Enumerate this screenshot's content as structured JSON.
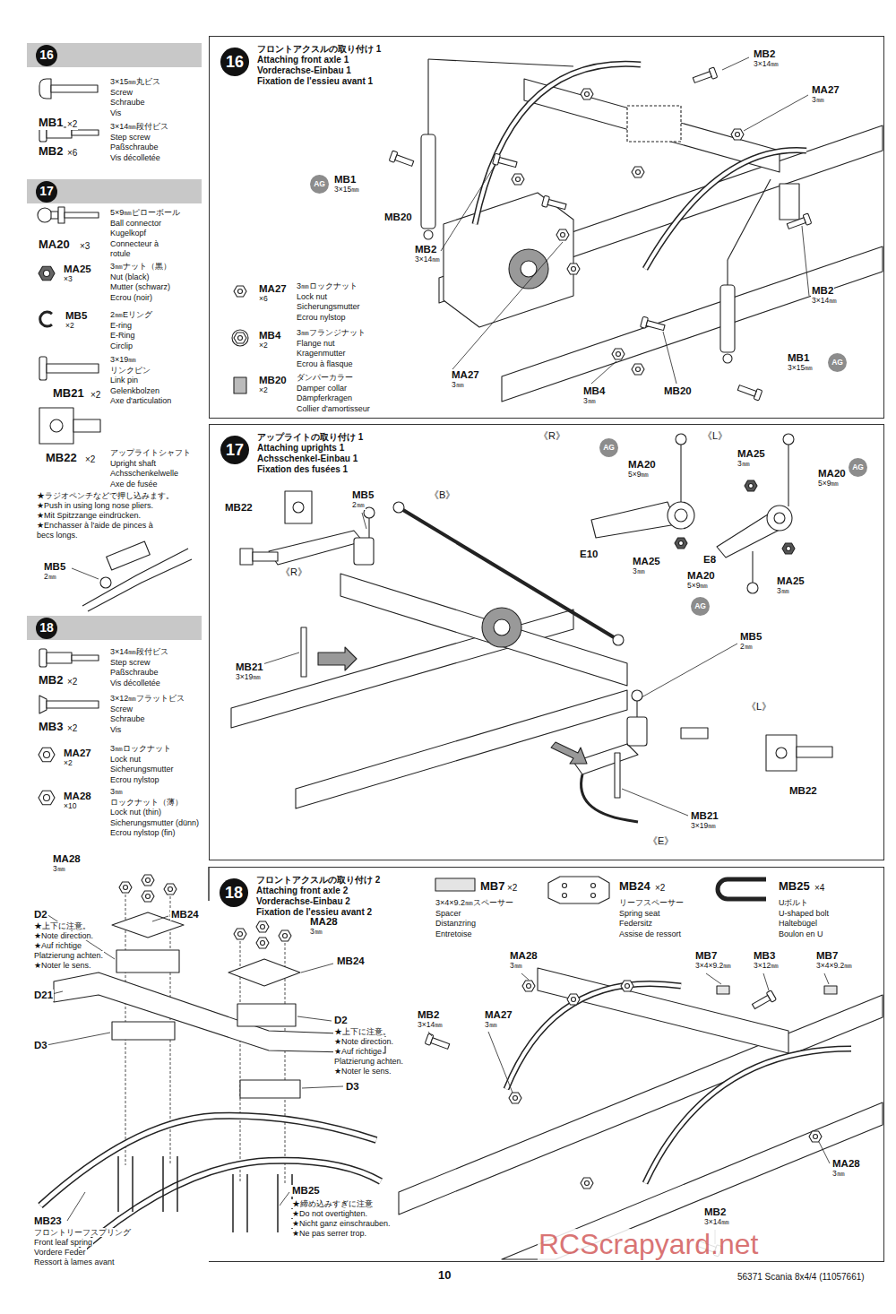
{
  "diagram": {
    "nodes": [
      {
        "text": [
          "16"
        ]
      },
      {
        "text": [
          "17"
        ]
      },
      {
        "text": [
          "18"
        ]
      },
      {
        "text": [
          "16",
          "フロントアクスルの取り付け 1",
          "Attaching front axle 1",
          "Vorderachse-Einbau 1",
          "Fixation de l'essieu avant 1"
        ]
      },
      {
        "text": [
          "AG"
        ],
        "in": 3
      },
      {
        "text": [
          "AG"
        ],
        "in": 3
      },
      {
        "text": [
          "17",
          "アップライトの取り付け 1",
          "Attaching uprights 1",
          "Achsschenkel-Einbau 1",
          "Fixation des fusées 1"
        ]
      },
      {
        "text": [
          "AG"
        ],
        "in": 6
      },
      {
        "text": [
          "AG"
        ],
        "in": 6
      },
      {
        "text": [
          "AG"
        ],
        "in": 6
      },
      {
        "text": [
          "18",
          "フロントアクスルの取り付け 2",
          "Attaching front axle 2",
          "Vorderachse-Einbau 2",
          "Fixation de l'essieu avant 2"
        ]
      }
    ],
    "labels": [
      "MB1",
      "×2",
      "3×15㎜丸ビス",
      "Screw",
      "Schraube",
      "Vis",
      "MB2",
      "×6",
      "3×14㎜段付ビス",
      "Step screw",
      "Paßschraube",
      "Vis décolletée",
      "MA20",
      "×3",
      "5×9㎜ピローボール",
      "Ball connector",
      "Kugelkopf",
      "Connecteur à",
      "rotule",
      "MA25",
      "×3",
      "3㎜ナット（黒）",
      "Nut (black)",
      "Mutter (schwarz)",
      "Ecrou (noir)",
      "MB5",
      "×2",
      "2㎜Eリング",
      "E-ring",
      "E-Ring",
      "Circlip",
      "MB21",
      "×2",
      "3×19㎜",
      "リンクピン",
      "Link pin",
      "Gelenkbolzen",
      "Axe d'articulation",
      "MB22",
      "×2",
      "アップライトシャフト",
      "Upright shaft",
      "Achsschenkelwelle",
      "Axe de fusée",
      "★ラジオペンチなどで押し込みます。",
      "★Push in using long nose pliers.",
      "★Mit Spitzzange eindrücken.",
      "★Enchasser à l'aide de pinces à",
      "becs longs.",
      "MB5",
      "2㎜",
      "MB2",
      "×2",
      "3×14㎜段付ビス",
      "Step screw",
      "Paßschraube",
      "Vis décolletée",
      "MB3",
      "×2",
      "3×12㎜フラットビス",
      "Screw",
      "Schraube",
      "Vis",
      "MA27",
      "×2",
      "3㎜ロックナット",
      "Lock nut",
      "Sicherungsmutter",
      "Ecrou nylstop",
      "MA28",
      "×10",
      "3㎜",
      "ロックナット（薄）",
      "Lock nut (thin)",
      "Sicherungsmutter (dünn)",
      "Ecrou nylstop (fin)",
      "MB2",
      "3×14㎜",
      "MA27",
      "3㎜",
      "MB1",
      "3×15㎜",
      "MB20",
      "MB2",
      "3×14㎜",
      "MA27",
      "×6",
      "3㎜ロックナット",
      "Lock nut",
      "Sicherungsmutter",
      "Ecrou nylstop",
      "MB4",
      "×2",
      "3㎜フランジナット",
      "Flange nut",
      "Kragenmutter",
      "Ecrou à flasque",
      "MB20",
      "×2",
      "ダンパーカラー",
      "Damper collar",
      "Dämpferkragen",
      "Collier d'amortisseur",
      "MA27",
      "3㎜",
      "MB4",
      "3㎜",
      "MB20",
      "MB2",
      "3×14㎜",
      "MB1",
      "3×15㎜",
      "《R》",
      "《L》",
      "MA20",
      "5×9㎜",
      "MA25",
      "3㎜",
      "MA20",
      "5×9㎜",
      "MB5",
      "2㎜",
      "《B》",
      "MB22",
      "《R》",
      "E10",
      "MA25",
      "3㎜",
      "E8",
      "MA25",
      "3㎜",
      "MA20",
      "5×9㎜",
      "MB5",
      "2㎜",
      "《L》",
      "MB22",
      "MB21",
      "3×19㎜",
      "MB21",
      "3×19㎜",
      "《E》",
      "MB7",
      "×2",
      "3×4×9.2㎜スペーサー",
      "Spacer",
      "Distanzring",
      "Entretoise",
      "MB24",
      "×2",
      "リーフスペーサー",
      "Spring seat",
      "Federsitz",
      "Assise de ressort",
      "MB25",
      "×4",
      "Uボルト",
      "U-shaped bolt",
      "Haltebügel",
      "Boulon en U",
      "MA28",
      "3㎜",
      "MB7",
      "3×4×9.2㎜",
      "MB3",
      "3×12㎜",
      "MB7",
      "3×4×9.2㎜",
      "MB2",
      "3×14㎜",
      "MA27",
      "3㎜",
      "MA28",
      "3㎜",
      "MB2",
      "3×14㎜",
      "MA28",
      "3㎜",
      "D2",
      "★上下に注意。",
      "★Note direction.",
      "★Auf richtige",
      "Platzierung achten.",
      "★Noter le sens.",
      "MB24",
      "D21",
      "D3",
      "MA28",
      "3㎜",
      "MB24",
      "D2",
      "★上下に注意。",
      "★Note direction.",
      "★Auf richtige",
      "Platzierung achten.",
      "★Noter le sens.",
      "D3",
      "MB23",
      "フロントリーフスプリング",
      "Front leaf spring",
      "Vordere Feder",
      "Ressort à lames avant",
      "MB25",
      "★締め込みすぎに注意",
      "★Do not overtighten.",
      "★Nicht ganz einschrauben.",
      "★Ne pas serrer trop.",
      "10",
      "56371 Scania 8x4/4 (11057661)",
      "RCScrapyard.net"
    ]
  }
}
